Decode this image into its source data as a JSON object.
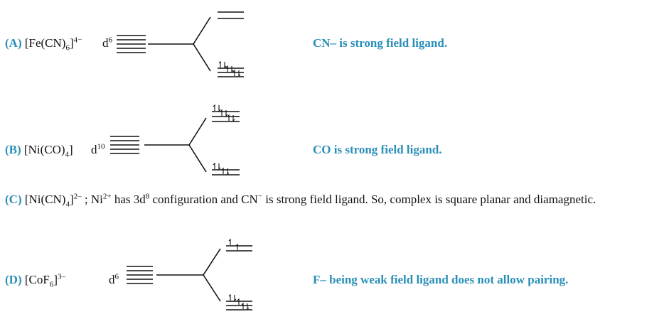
{
  "items": [
    {
      "label": "(A)",
      "formula_main": "[Fe(CN)",
      "formula_sub": "6",
      "formula_close": "]",
      "formula_charge": "4−",
      "d_prefix": "d",
      "d_count": "6",
      "note": "CN– is strong field ligand."
    },
    {
      "label": "(B)",
      "formula_main": "[Ni(CO)",
      "formula_sub": "4",
      "formula_close": "]",
      "d_prefix": "d",
      "d_count": "10",
      "note": "CO is strong field ligand."
    },
    {
      "label": "(C)",
      "formula_main": "[Ni(CN)",
      "formula_sub": "4",
      "formula_close": "]",
      "formula_charge": "2–",
      "sep": " ; Ni",
      "ion_charge": "2+",
      "text_a": " has 3d",
      "config_sup": "8",
      "text_b": " configuration and CN",
      "cn_charge": "−",
      "text_c": " is strong field ligand. So, complex is square planar and diamagnetic."
    },
    {
      "label": "(D)",
      "formula_main": "[CoF",
      "formula_sub": "6",
      "formula_close": "]",
      "formula_charge": "3–",
      "d_prefix": "d",
      "d_count": "6",
      "note": "F– being weak field ligand does not allow pairing."
    }
  ],
  "colors": {
    "accent": "#2a8fb8",
    "ink": "#111111"
  }
}
